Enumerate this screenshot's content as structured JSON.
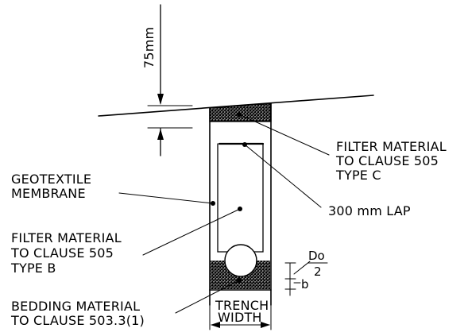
{
  "dimension": {
    "label": "75mm"
  },
  "labels": {
    "filter_c": [
      "FILTER MATERIAL",
      "TO CLAUSE 505",
      "TYPE C"
    ],
    "geotextile": [
      "GEOTEXTILE",
      "MEMBRANE"
    ],
    "lap": "300 mm LAP",
    "filter_b": [
      "FILTER MATERIAL",
      "TO CLAUSE 505",
      "TYPE B"
    ],
    "bedding": [
      "BEDDING MATERIAL",
      "TO CLAUSE 503.3(1)"
    ],
    "do2_num": "Do",
    "do2_den": "2",
    "b": "b",
    "trench_width": [
      "TRENCH",
      "WIDTH"
    ]
  }
}
